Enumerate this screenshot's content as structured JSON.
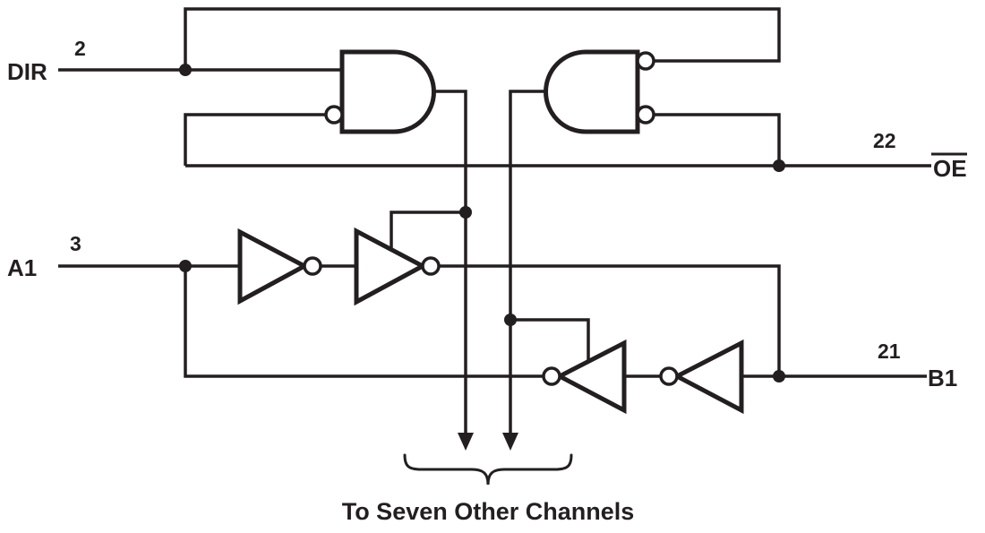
{
  "diagram": {
    "title": "bus-transceiver-channel-logic-diagram",
    "pins": {
      "dir": {
        "label": "DIR",
        "number": "2"
      },
      "a1": {
        "label": "A1",
        "number": "3"
      },
      "oe": {
        "label": "OE",
        "number": "22",
        "overline": true
      },
      "b1": {
        "label": "B1",
        "number": "21"
      }
    },
    "caption": "To Seven Other Channels",
    "colors": {
      "line": "#231f20",
      "background": "#ffffff"
    }
  }
}
